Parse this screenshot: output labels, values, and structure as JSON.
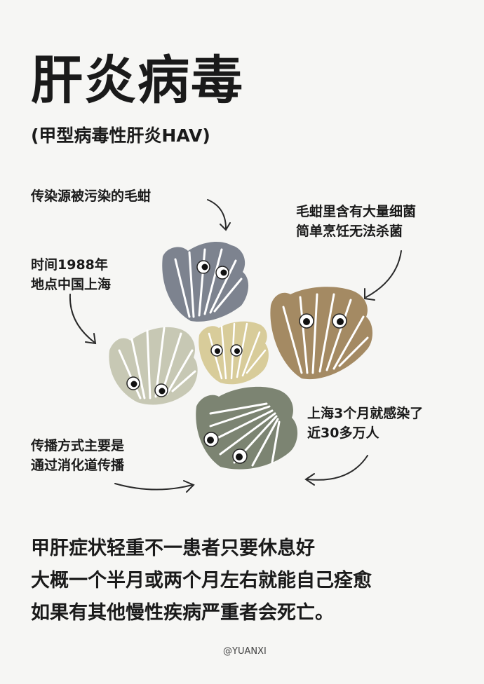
{
  "title": "肝炎病毒",
  "subtitle": "(甲型病毒性肝炎HAV)",
  "notes": {
    "source": "传染源被污染的毛蚶",
    "bacteria": [
      "毛蚶里含有大量细菌",
      "简单烹饪无法杀菌"
    ],
    "time_place": [
      "时间1988年",
      "地点中国上海"
    ],
    "infected": [
      "上海3个月就感染了",
      "近30多万人"
    ],
    "transmission": [
      "传播方式主要是",
      "通过消化道传播"
    ]
  },
  "summary": [
    "甲肝症状轻重不一患者只要休息好",
    "大概一个半月或两个月左右就能自己痊愈",
    "如果有其他慢性疾病严重者会死亡。"
  ],
  "credit": "@YUANXI",
  "colors": {
    "background": "#f6f6f4",
    "text": "#1a1a1a",
    "shell_gray": "#7d838f",
    "shell_brown": "#a48a63",
    "shell_cream": "#d8cc9a",
    "shell_pale": "#c7c8b4",
    "shell_green": "#7c8472"
  }
}
